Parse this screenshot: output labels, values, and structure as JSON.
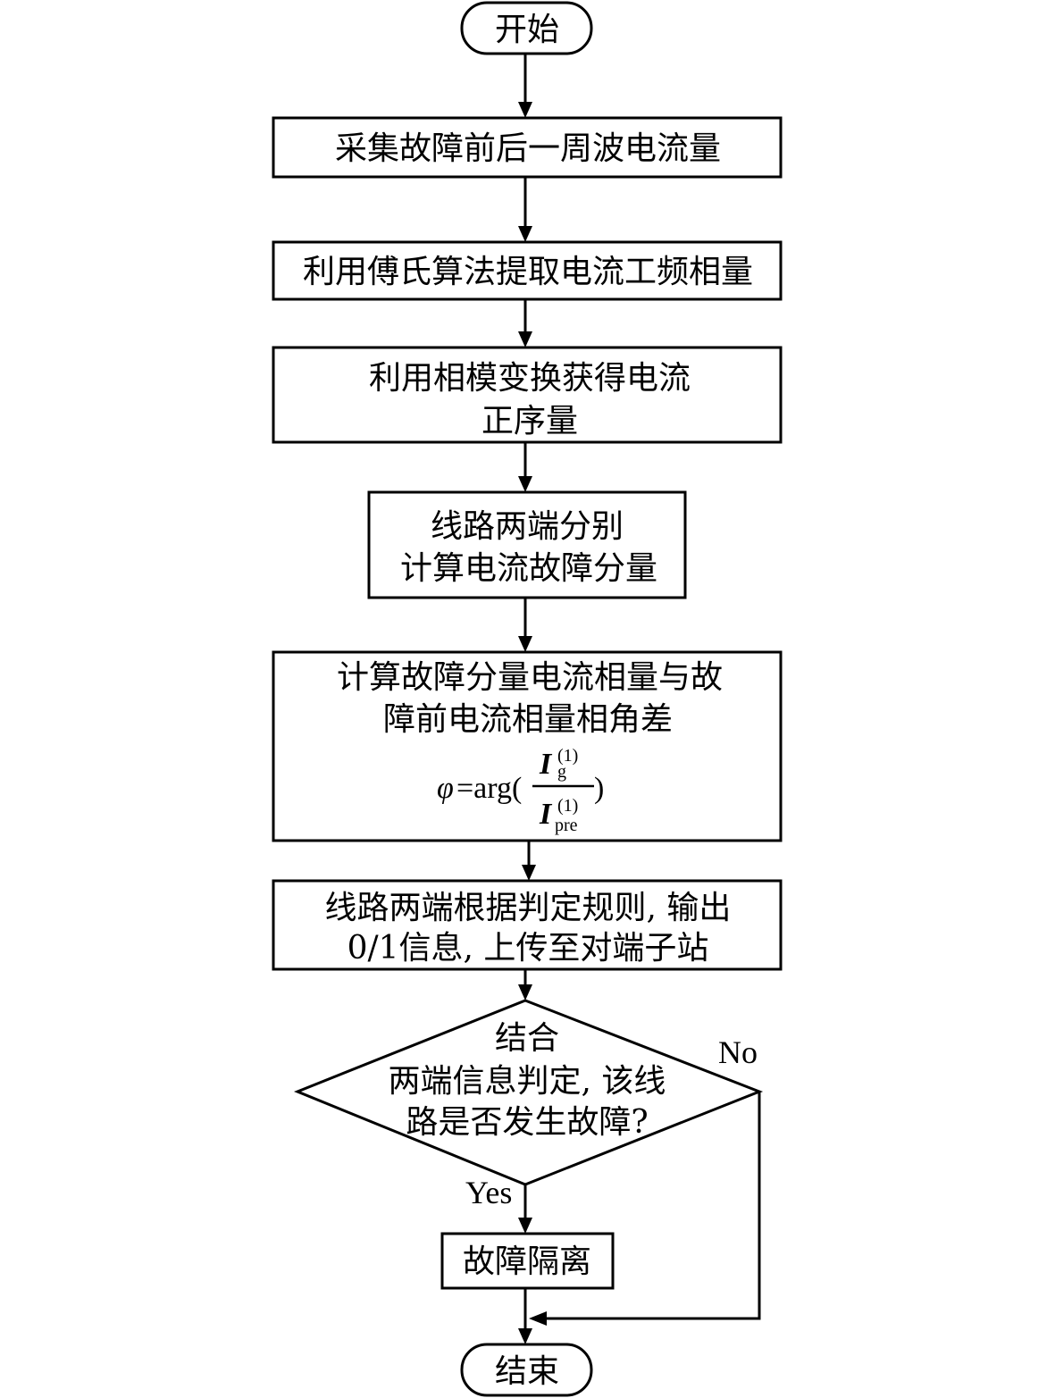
{
  "nodes": {
    "start": "开始",
    "step1": "采集故障前后一周波电流量",
    "step2": "利用傅氏算法提取电流工频相量",
    "step3": [
      "利用相模变换获得电流",
      "正序量"
    ],
    "step4": [
      "线路两端分别",
      "计算电流故障分量"
    ],
    "step5": [
      "计算故障分量电流相量与故",
      "障前电流相量相角差"
    ],
    "formula": {
      "phi": "φ",
      "equals_arg": "=arg(",
      "numerator_symbol": "I",
      "numerator_sup": "(1)",
      "numerator_sub": "g",
      "denominator_symbol": "I",
      "denominator_sup": "(1)",
      "denominator_sub": "pre",
      "close_paren": ")"
    },
    "step6": [
      "线路两端根据判定规则, 输出",
      "0/1信息, 上传至对端子站"
    ],
    "decision": [
      "结合",
      "两端信息判定, 该线",
      "路是否发生故障?"
    ],
    "isolate": "故障隔离",
    "end": "结束"
  },
  "edge_labels": {
    "no": "No",
    "yes": "Yes"
  }
}
